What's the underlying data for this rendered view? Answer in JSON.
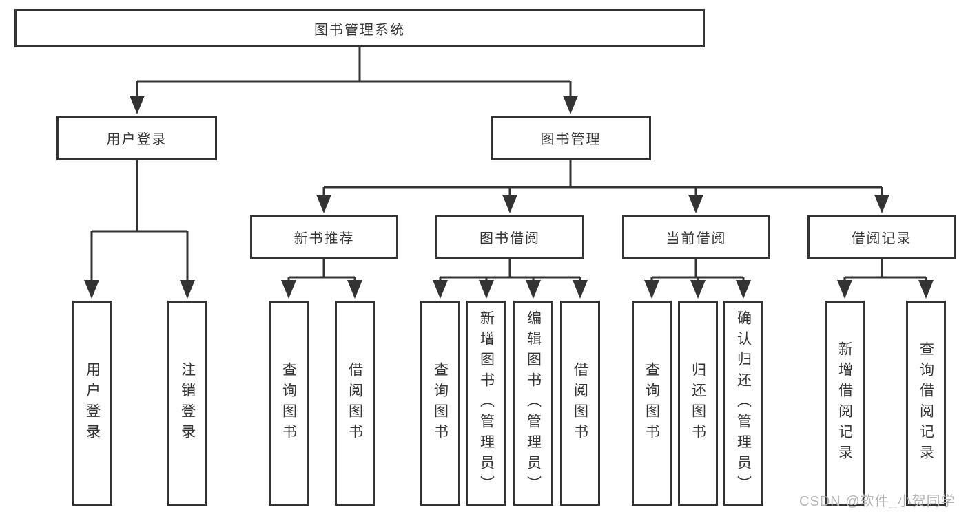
{
  "tree": {
    "root": "图书管理系统",
    "branches": [
      {
        "label": "用户登录",
        "children": [
          "用户登录",
          "注销登录"
        ]
      },
      {
        "label": "图书管理",
        "sections": [
          {
            "label": "新书推荐",
            "children": [
              "查询图书",
              "借阅图书"
            ]
          },
          {
            "label": "图书借阅",
            "children": [
              "查询图书",
              "新增图书（管理员）",
              "编辑图书（管理员）",
              "借阅图书"
            ]
          },
          {
            "label": "当前借阅",
            "children": [
              "查询图书",
              "归还图书",
              "确认归还（管理员）"
            ]
          },
          {
            "label": "借阅记录",
            "children": [
              "新增借阅记录",
              "查询借阅记录"
            ]
          }
        ]
      }
    ]
  },
  "watermark": "CSDN @软件_小贺同学",
  "colors": {
    "line": "#333333",
    "text": "#363636",
    "watermark_text": "#b5b5b5",
    "background": "#ffffff"
  }
}
